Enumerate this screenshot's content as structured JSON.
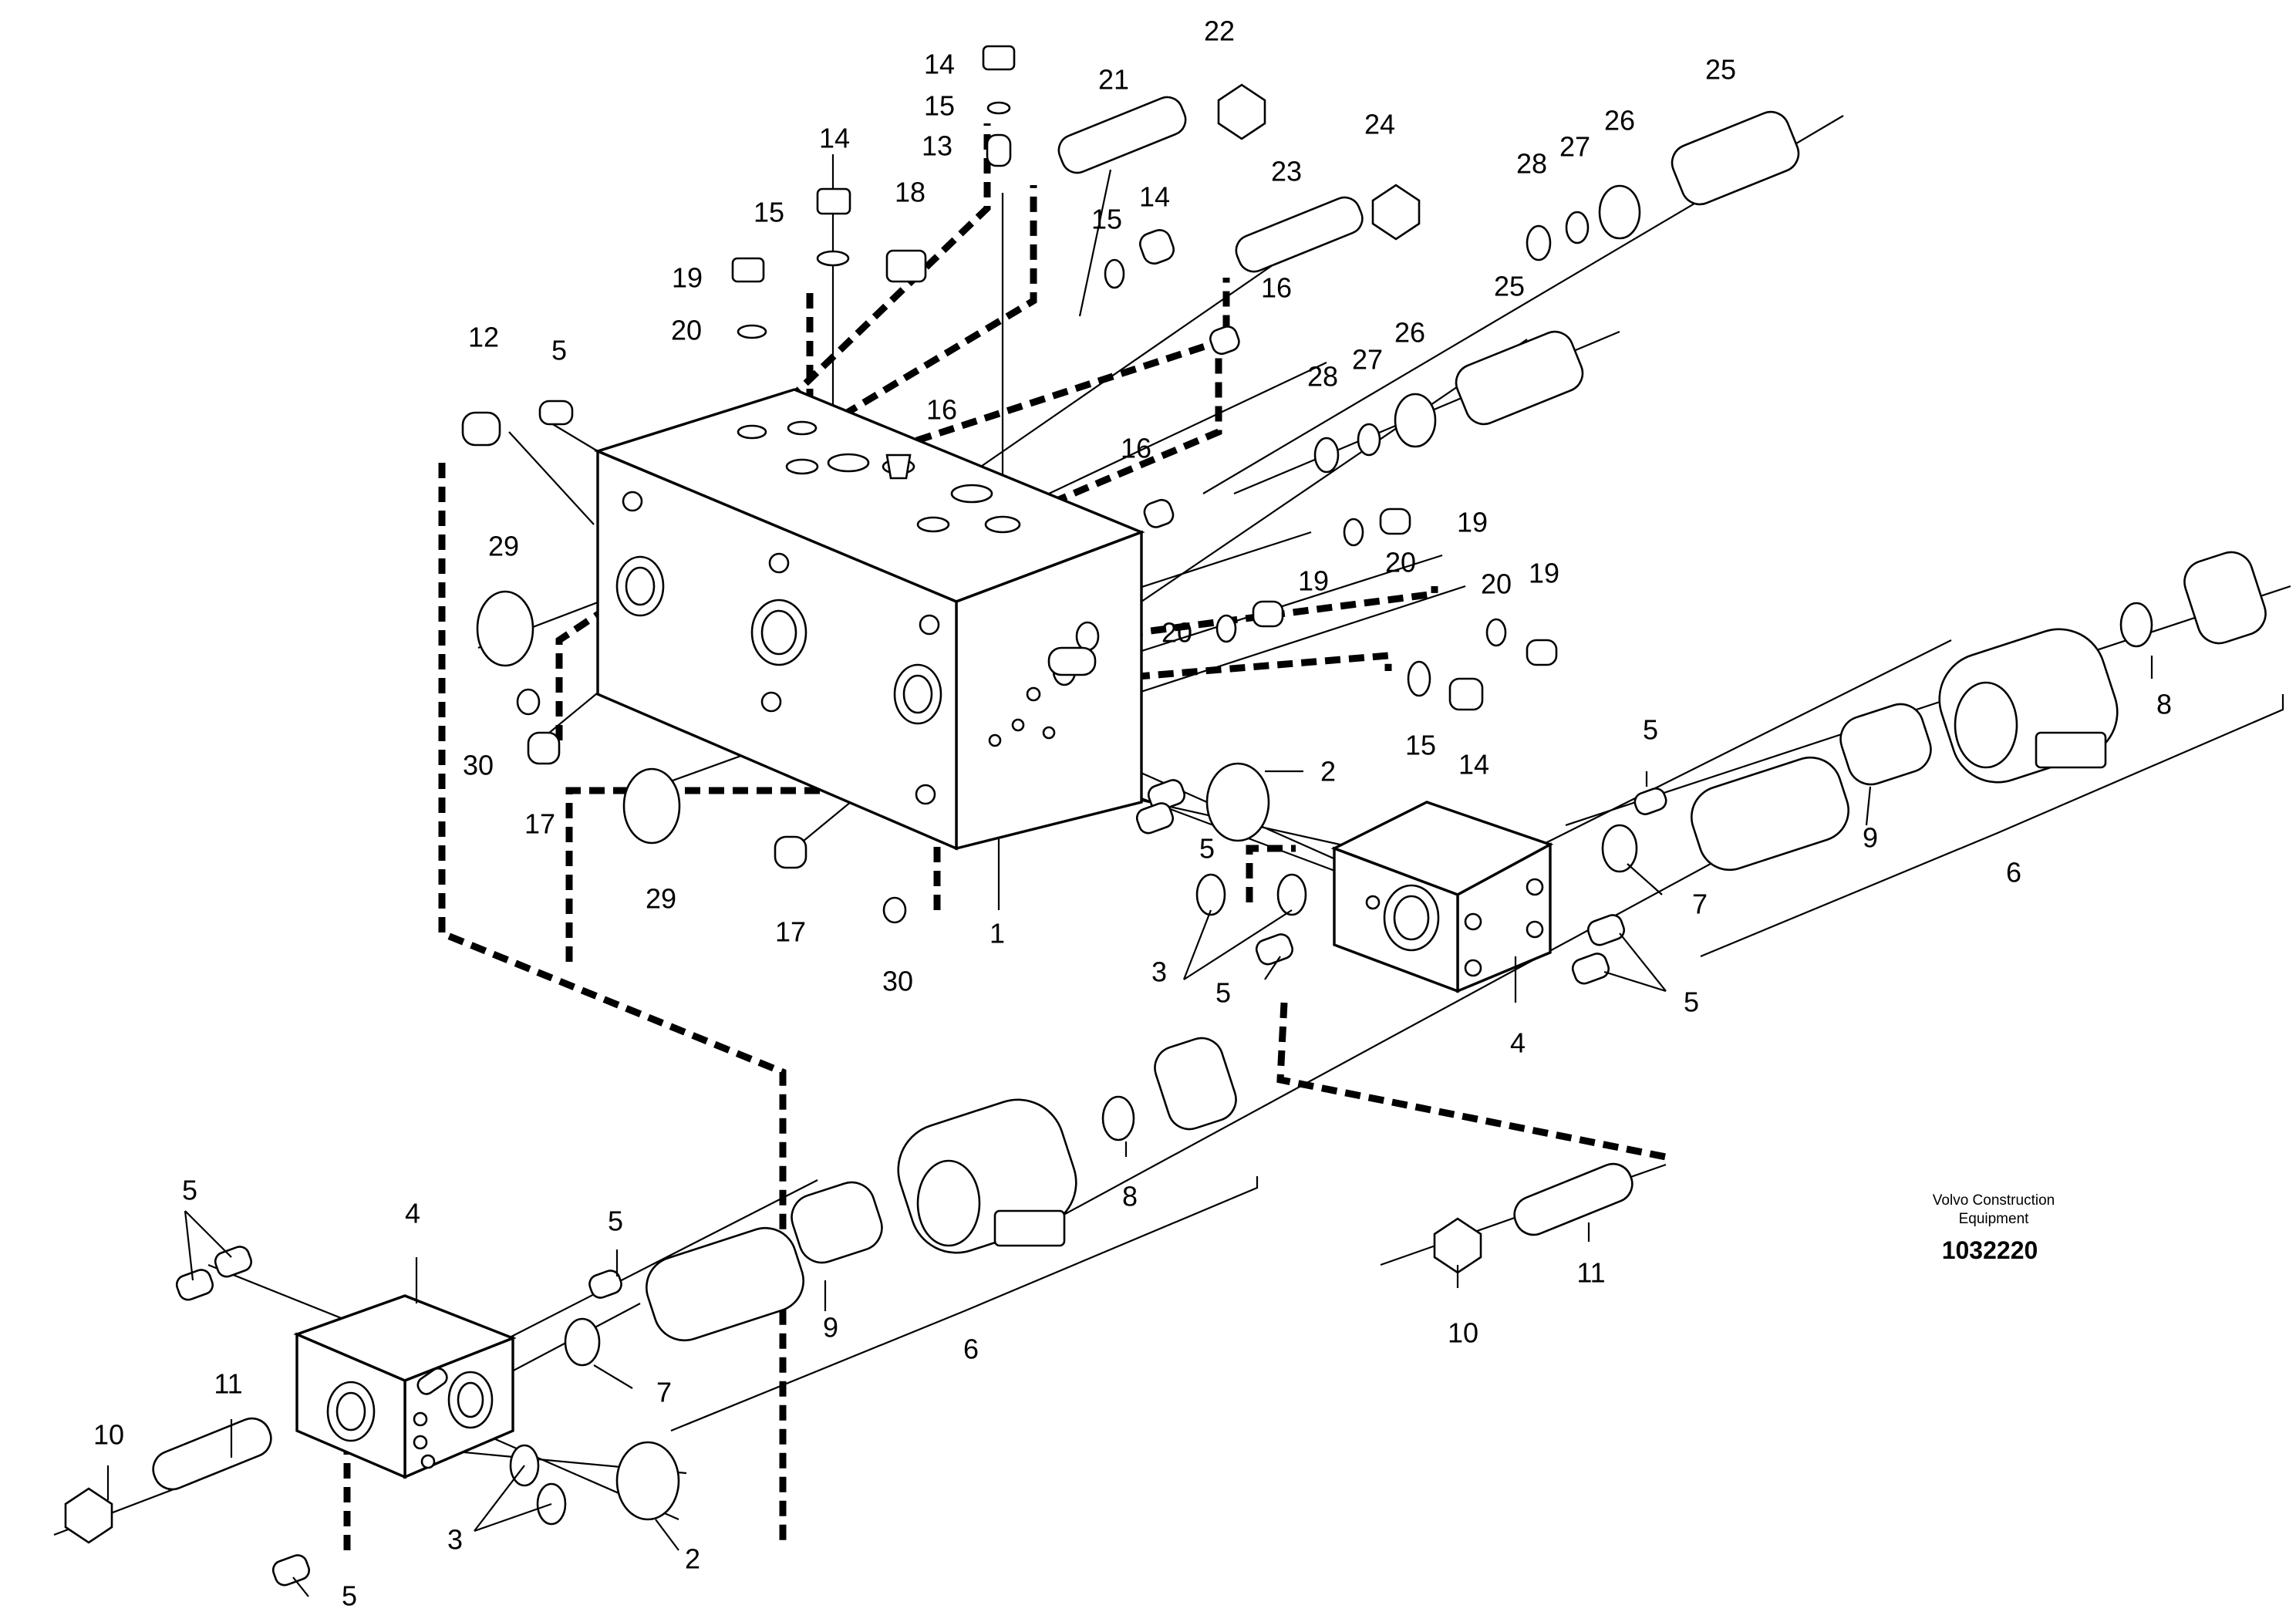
{
  "drawing": {
    "brand_line1": "Volvo Construction",
    "brand_line2": "Equipment",
    "reference_number": "1032220"
  },
  "callouts": {
    "c1": "1",
    "c2a": "2",
    "c2b": "2",
    "c3a": "3",
    "c3b": "3",
    "c4a": "4",
    "c4b": "4",
    "c5a": "5",
    "c5b": "5",
    "c5c": "5",
    "c5d": "5",
    "c5e": "5",
    "c5f": "5",
    "c5g": "5",
    "c5h": "5",
    "c6a": "6",
    "c6b": "6",
    "c7a": "7",
    "c7b": "7",
    "c8a": "8",
    "c8b": "8",
    "c9a": "9",
    "c9b": "9",
    "c10a": "10",
    "c10b": "10",
    "c11a": "11",
    "c11b": "11",
    "c12": "12",
    "c13": "13",
    "c14a": "14",
    "c14b": "14",
    "c14c": "14",
    "c14d": "14",
    "c15a": "15",
    "c15b": "15",
    "c15c": "15",
    "c15d": "15",
    "c16a": "16",
    "c16b": "16",
    "c16c": "16",
    "c17a": "17",
    "c17b": "17",
    "c18": "18",
    "c19a": "19",
    "c19b": "19",
    "c19c": "19",
    "c19d": "19",
    "c20a": "20",
    "c20b": "20",
    "c20c": "20",
    "c20d": "20",
    "c21": "21",
    "c22": "22",
    "c23": "23",
    "c24": "24",
    "c25a": "25",
    "c25b": "25",
    "c26a": "26",
    "c26b": "26",
    "c27a": "27",
    "c27b": "27",
    "c28a": "28",
    "c28b": "28",
    "c29a": "29",
    "c29b": "29",
    "c30a": "30",
    "c30b": "30"
  }
}
